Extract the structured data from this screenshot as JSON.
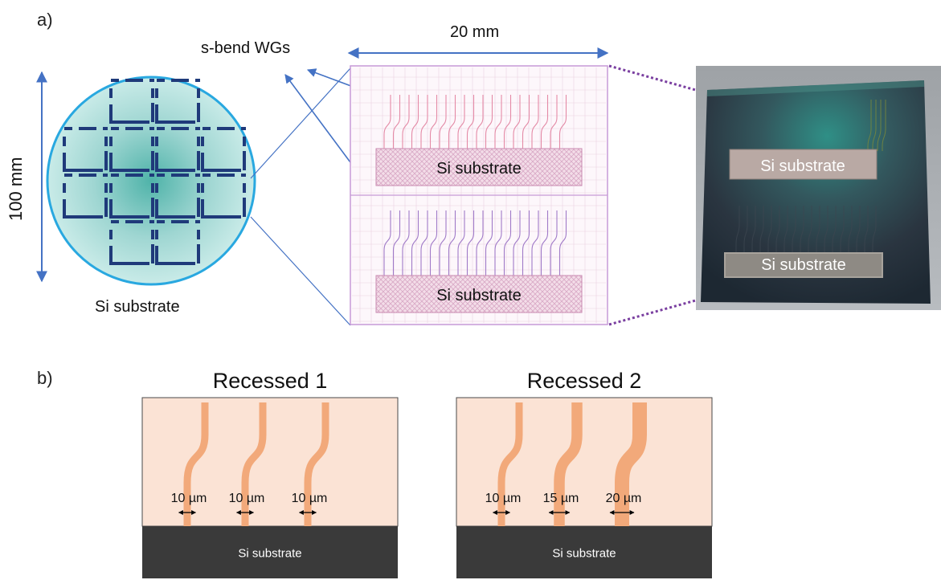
{
  "panel_a": {
    "label": "a)",
    "wafer": {
      "diameter_label": "100 mm",
      "substrate_label": "Si substrate"
    },
    "callout_label": "s-bend WGs",
    "chip_layout": {
      "width_label": "20 mm",
      "top_block_label": "Si substrate",
      "bottom_block_label": "Si substrate"
    },
    "photo": {
      "top_label": "Si substrate",
      "bottom_label": "Si substrate"
    }
  },
  "panel_b": {
    "label": "b)",
    "designs": [
      {
        "title": "Recessed 1",
        "widths": [
          "10 µm",
          "10 µm",
          "10 µm"
        ],
        "substrate_label": "Si substrate"
      },
      {
        "title": "Recessed 2",
        "widths": [
          "10 µm",
          "15 µm",
          "20 µm"
        ],
        "substrate_label": "Si substrate"
      }
    ]
  },
  "colors": {
    "arrow_blue": "#4472c4",
    "wafer_border": "#29a8e0",
    "wafer_fill": "#b6e3e3",
    "wg_dark_blue": "#1f3a7a",
    "dashed_purple": "#7a3fa0",
    "cladding": "#fbe3d5",
    "waveguide": "#f2a97a",
    "substrate_dark": "#3a3a3a"
  }
}
